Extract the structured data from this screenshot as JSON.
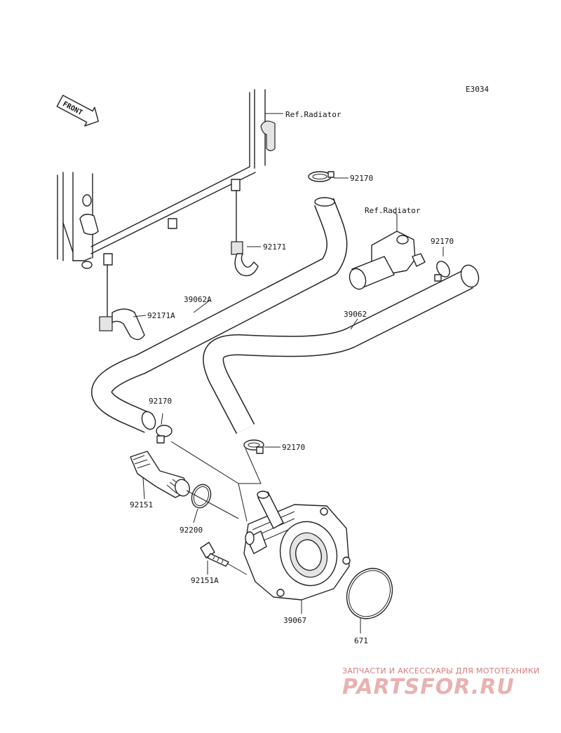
{
  "diagram_code": "E3034",
  "front_label": "FRONT",
  "callouts": {
    "ref_radiator_top": "Ref.Radiator",
    "ref_radiator_right": "Ref.Radiator",
    "p92170_top": "92170",
    "p92170_right": "92170",
    "p92170_left": "92170",
    "p92170_mid": "92170",
    "p92171": "92171",
    "p92171a": "92171A",
    "p39062a": "39062A",
    "p39062": "39062",
    "p92151": "92151",
    "p92200": "92200",
    "p92151a": "92151A",
    "p39067": "39067",
    "p671": "671"
  },
  "watermark": {
    "tagline": "ЗАПЧАСТИ И АКСЕССУАРЫ ДЛЯ МОТОТЕХНИКИ",
    "logo": "PARTSFOR.RU"
  }
}
